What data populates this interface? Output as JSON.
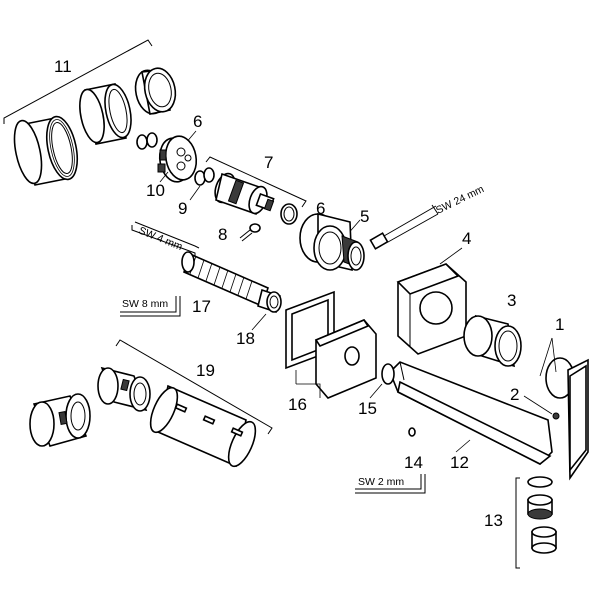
{
  "callouts": {
    "n1": "1",
    "n2": "2",
    "n3": "3",
    "n4": "4",
    "n5": "5",
    "n6a": "6",
    "n6b": "6",
    "n7": "7",
    "n8": "8",
    "n9": "9",
    "n10": "10",
    "n11": "11",
    "n12": "12",
    "n13": "13",
    "n14": "14",
    "n15": "15",
    "n16": "16",
    "n17": "17",
    "n18": "18",
    "n19": "19"
  },
  "tools": {
    "sw4": "SW 4 mm",
    "sw8": "SW 8 mm",
    "sw2": "SW 2 mm",
    "sw24": "SW 24 mm"
  }
}
